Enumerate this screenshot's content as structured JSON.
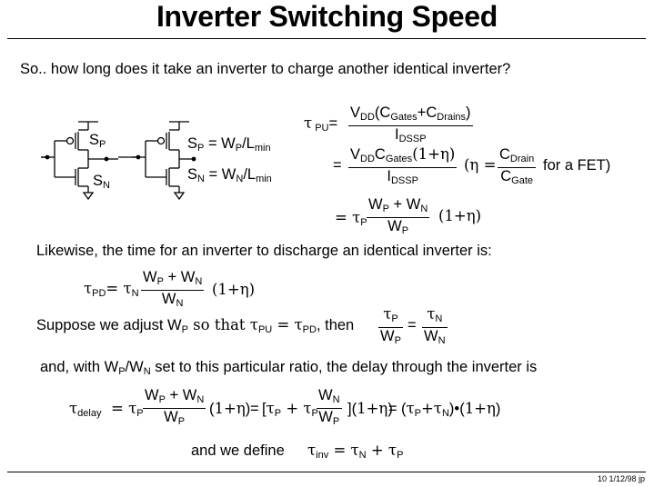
{
  "title": "Inverter Switching Speed",
  "intro": "So.. how long does it take an inverter to charge another identical inverter?",
  "circuit": {
    "sp_label": "S",
    "sp_sub": "P",
    "sn_label": "S",
    "sn_sub": "N",
    "sp_eq": "S",
    "sp_eq_sub": "P",
    "sp_eq_mid": " = W",
    "sp_eq_sub2": "P",
    "sp_eq_tail": "/L",
    "sp_eq_sub3": "min",
    "sn_eq": "S",
    "sn_eq_sub": "N",
    "sn_eq_mid": " = W",
    "sn_eq_sub2": "N",
    "sn_eq_tail": "/L",
    "sn_eq_sub3": "min"
  },
  "eq1": {
    "lhs_tau": "τ",
    "lhs_sub": " PU",
    "lhs_eq": "=",
    "num1": "V",
    "num1_sub": "DD",
    "num1_b": "(C",
    "num1_sub2": "Gates",
    "num1_c": "+C",
    "num1_sub3": "Drains",
    "num1_d": ")",
    "den1": "I",
    "den1_sub": "DSSP",
    "eq2": "=",
    "num2": "V",
    "num2_sub": "DD",
    "num2_b": "C",
    "num2_sub2": "Gates",
    "num2_c": "(1+η)",
    "den2": "I",
    "den2_sub": "DSSP",
    "eta_open": "(η = ",
    "eta_num": "C",
    "eta_num_sub": "Drain",
    "eta_den": "C",
    "eta_den_sub": "Gate",
    "eta_close": "for a FET)",
    "eq3": "= τ",
    "eq3_sub": "P",
    "num3": "W",
    "num3_sub": "P",
    "num3_b": " + W",
    "num3_sub2": "N",
    "den3": "W",
    "den3_sub": "P",
    "factor3": "(1+η)"
  },
  "likewise": "Likewise, the time for an inverter to discharge an identical inverter is:",
  "eq_pd": {
    "lhs": "τ",
    "lhs_sub": "PD",
    "eq": "= τ",
    "eq_sub": "N",
    "num": "W",
    "num_sub": "P",
    "num_b": " + W",
    "num_sub2": "N",
    "den": "W",
    "den_sub": "N",
    "factor": "(1+η)"
  },
  "suppose": {
    "text_a": "Suppose we adjust W",
    "sub_a": "P",
    "text_b": " so that τ",
    "sub_b": "PU",
    "text_c": " = τ",
    "sub_c": "PD",
    "text_d": ", then",
    "f1_num": "τ",
    "f1_num_sub": "P",
    "f1_den": "W",
    "f1_den_sub": "P",
    "eq": "=",
    "f2_num": "τ",
    "f2_num_sub": "N",
    "f2_den": "W",
    "f2_den_sub": "N"
  },
  "andwith": {
    "text_a": "and, with W",
    "sub_a": "P",
    "text_b": "/W",
    "sub_b": "N",
    "text_c": " set to this particular ratio, the delay through the inverter is"
  },
  "eq_delay": {
    "lhs": "τ",
    "lhs_sub": "delay",
    "eq": "= τ",
    "eq_sub": "P",
    "f_num": "W",
    "f_num_sub": "P",
    "f_num_b": " + W",
    "f_num_sub2": "N",
    "f_den": "W",
    "f_den_sub": "P",
    "t1": "1+η",
    "eq2": "=",
    "t2": "τ",
    "t2_sub": "P",
    "t2_b": " + τ",
    "t2_sub2": "P",
    "g_num": "W",
    "g_num_sub": "N",
    "g_den": "W",
    "g_den_sub": "P",
    "t3": "1+η",
    "eq3": "=",
    "t4": "τ",
    "t4_sub": "P",
    "t4_b": "+τ",
    "t4_sub2": "N",
    "t5": "•",
    "t6": "1+η"
  },
  "define": {
    "text": "and we define",
    "tau": "τ",
    "sub": "inv",
    "mid": " = τ",
    "sub2": "N",
    "tail": " + τ",
    "sub3": "P"
  },
  "footer": "10  1/12/98  jp"
}
